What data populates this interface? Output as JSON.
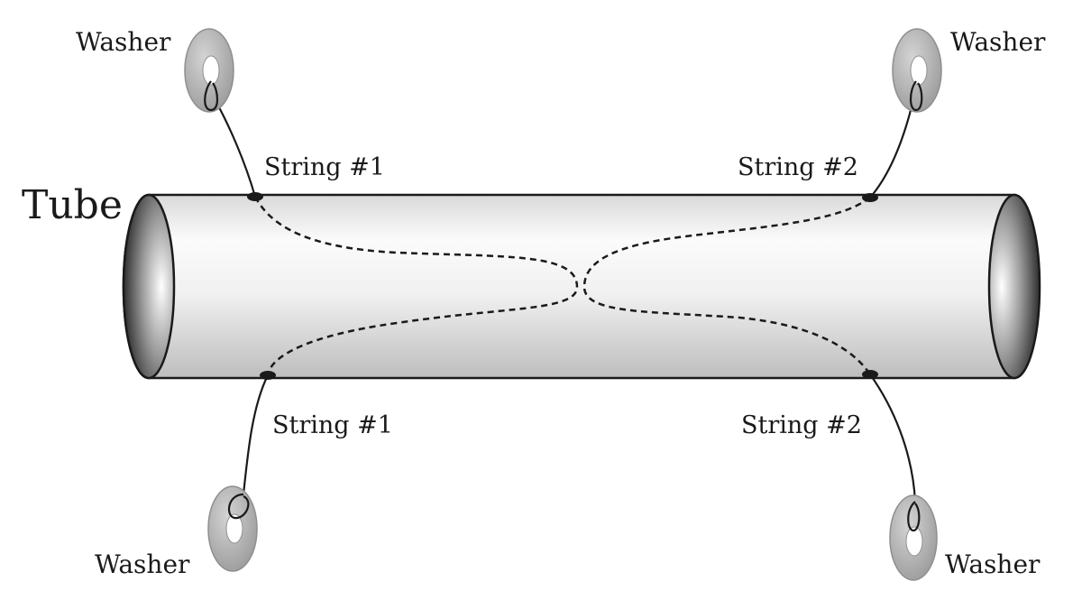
{
  "labels": {
    "tube": "Tube",
    "string1": "String #1",
    "string2": "String #2",
    "washer": "Washer"
  },
  "colors": {
    "outline": "#1a1a1a",
    "tube_highlight": "#ffffff",
    "tube_shade": "#c4c4c4",
    "washer": "#b8b8b8",
    "washer_dark": "#8f8f8f"
  }
}
